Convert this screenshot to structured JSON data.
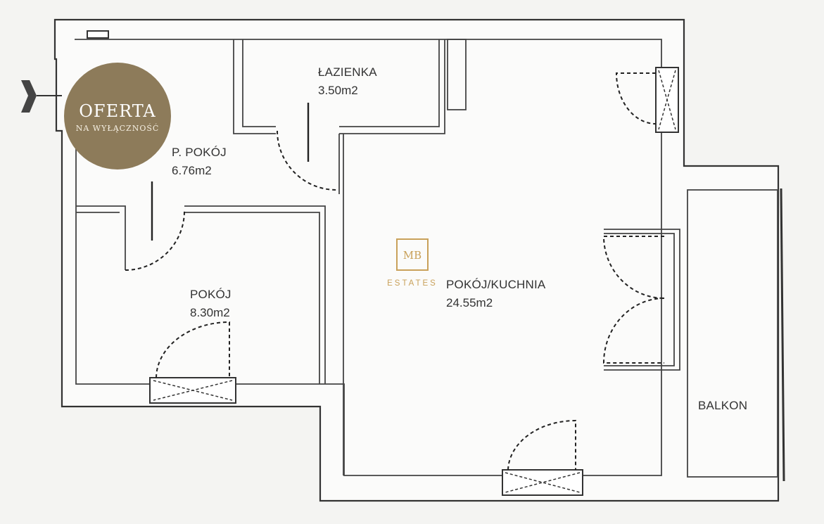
{
  "badge": {
    "title": "OFERTA",
    "subtitle": "NA WYŁĄCZNOŚĆ",
    "color": "#8d7b5a"
  },
  "logo": {
    "mark": "MB",
    "text": "ESTATES",
    "color": "#c9a15a"
  },
  "rooms": {
    "bathroom": {
      "name": "ŁAZIENKA",
      "area": "3.50m2"
    },
    "hall": {
      "name": "P. POKÓJ",
      "area": "6.76m2"
    },
    "room": {
      "name": "POKÓJ",
      "area": "8.30m2"
    },
    "living": {
      "name": "POKÓJ/KUCHNIA",
      "area": "24.55m2"
    },
    "balcony": {
      "name": "BALKON"
    }
  },
  "icons": {
    "entrance": "entrance-arrow-icon"
  }
}
